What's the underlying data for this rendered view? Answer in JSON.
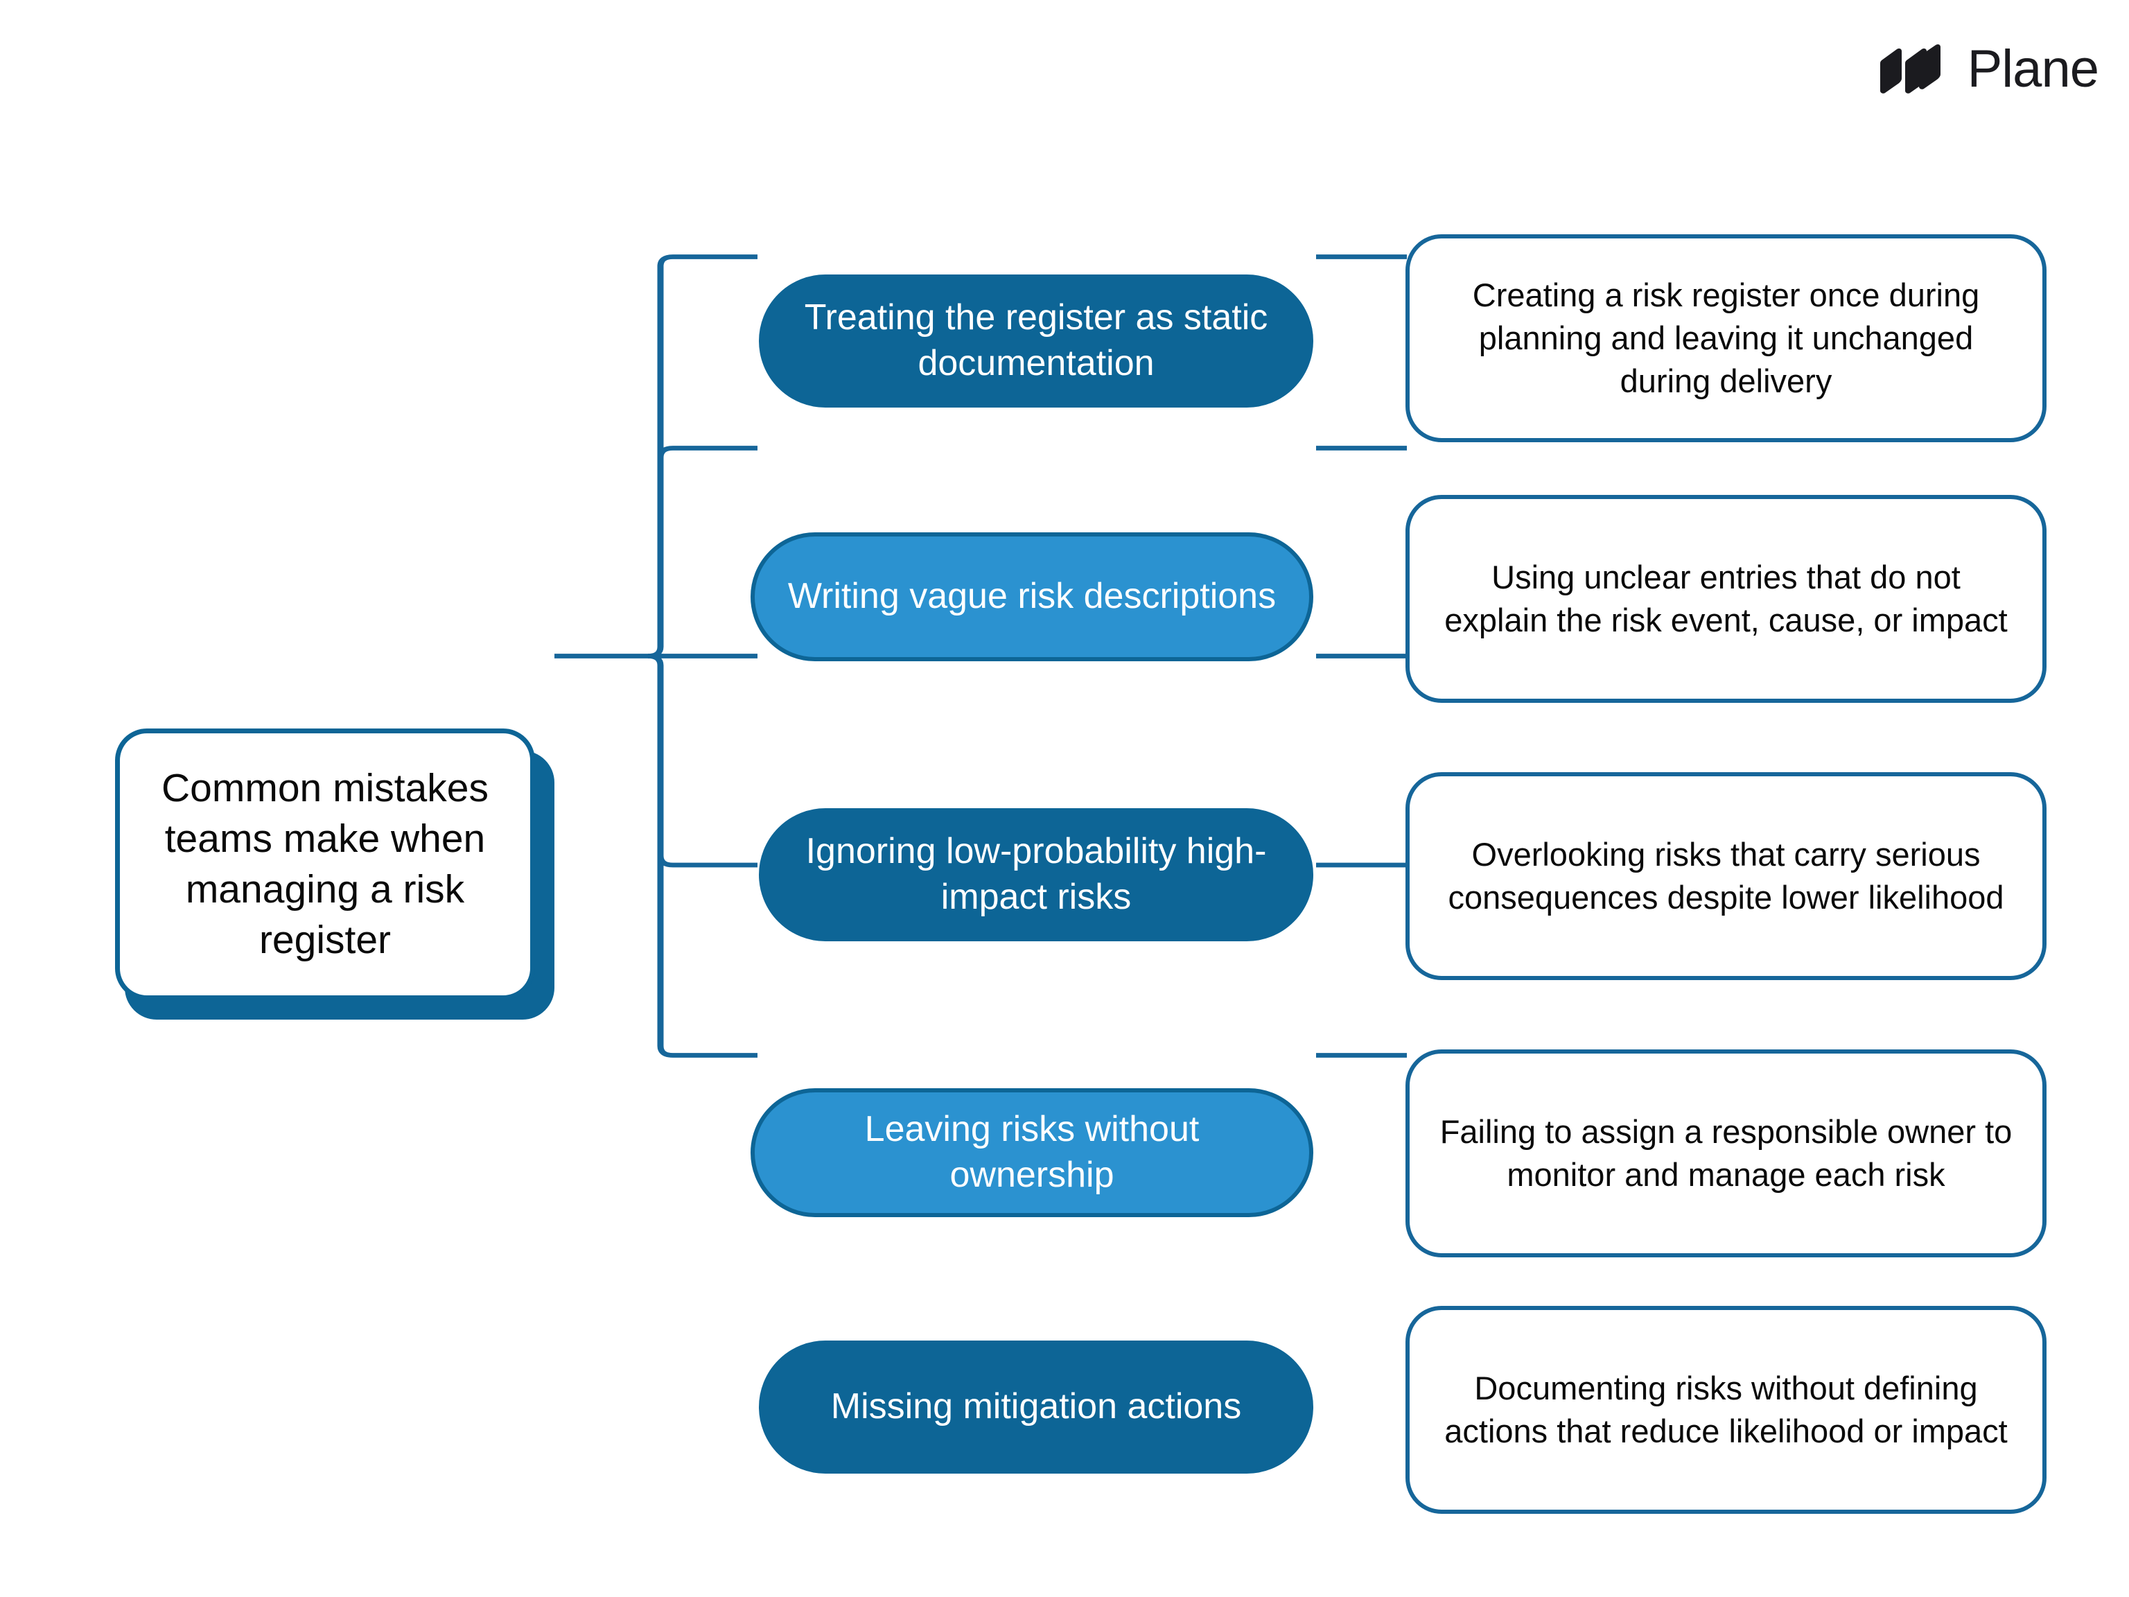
{
  "brand": {
    "name": "Plane",
    "logo_icon": "plane-logo-icon"
  },
  "diagram": {
    "type": "mind-map",
    "orientation": "left-to-right",
    "colors": {
      "dark_blue": "#0D6596",
      "light_blue": "#2B92D0",
      "connector": "#16669A",
      "leaf_border": "#16669A",
      "text_dark": "#0A0A0A",
      "text_light": "#FFFFFF",
      "background": "#FFFFFF"
    },
    "root": {
      "label": "Common mistakes teams make when managing a risk register",
      "style": "white-card-with-blue-shadow"
    },
    "branches": [
      {
        "id": "static-documentation",
        "label": "Treating the register as static documentation",
        "style": "dark",
        "description": "Creating a risk register once during planning and leaving it unchanged during delivery"
      },
      {
        "id": "vague-descriptions",
        "label": "Writing vague risk descriptions",
        "style": "light",
        "description": "Using unclear entries that do not explain the risk event, cause, or impact"
      },
      {
        "id": "low-probability-high-impact",
        "label": "Ignoring low-probability high-impact risks",
        "style": "dark",
        "description": "Overlooking risks that carry serious consequences despite lower likelihood"
      },
      {
        "id": "no-ownership",
        "label": "Leaving risks without ownership",
        "style": "light",
        "description": "Failing to assign a responsible owner to monitor and manage each risk"
      },
      {
        "id": "missing-mitigation",
        "label": "Missing mitigation actions",
        "style": "dark",
        "description": "Documenting risks without defining actions that reduce likelihood or impact"
      }
    ]
  }
}
